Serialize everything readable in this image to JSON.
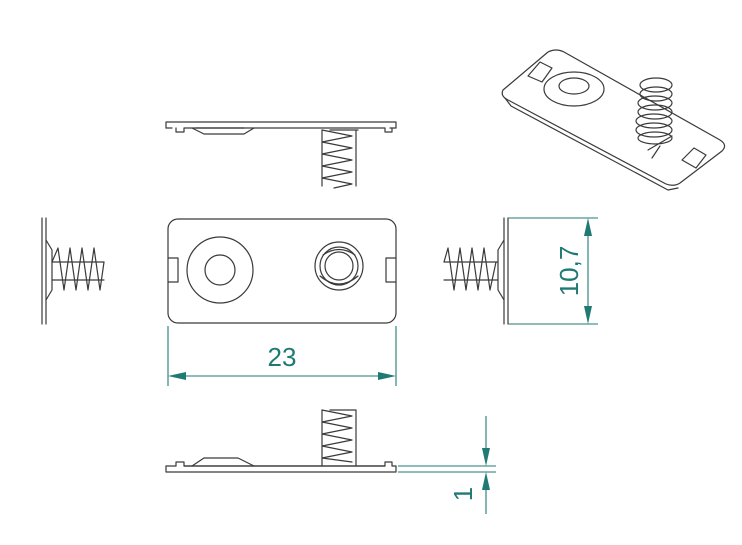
{
  "drawing": {
    "dimensions": {
      "width_label": "23",
      "height_label": "10,7",
      "thickness_label": "1"
    },
    "colors": {
      "line": "#3a3a3a",
      "dimension": "#1f7a74",
      "background": "#ffffff"
    }
  }
}
